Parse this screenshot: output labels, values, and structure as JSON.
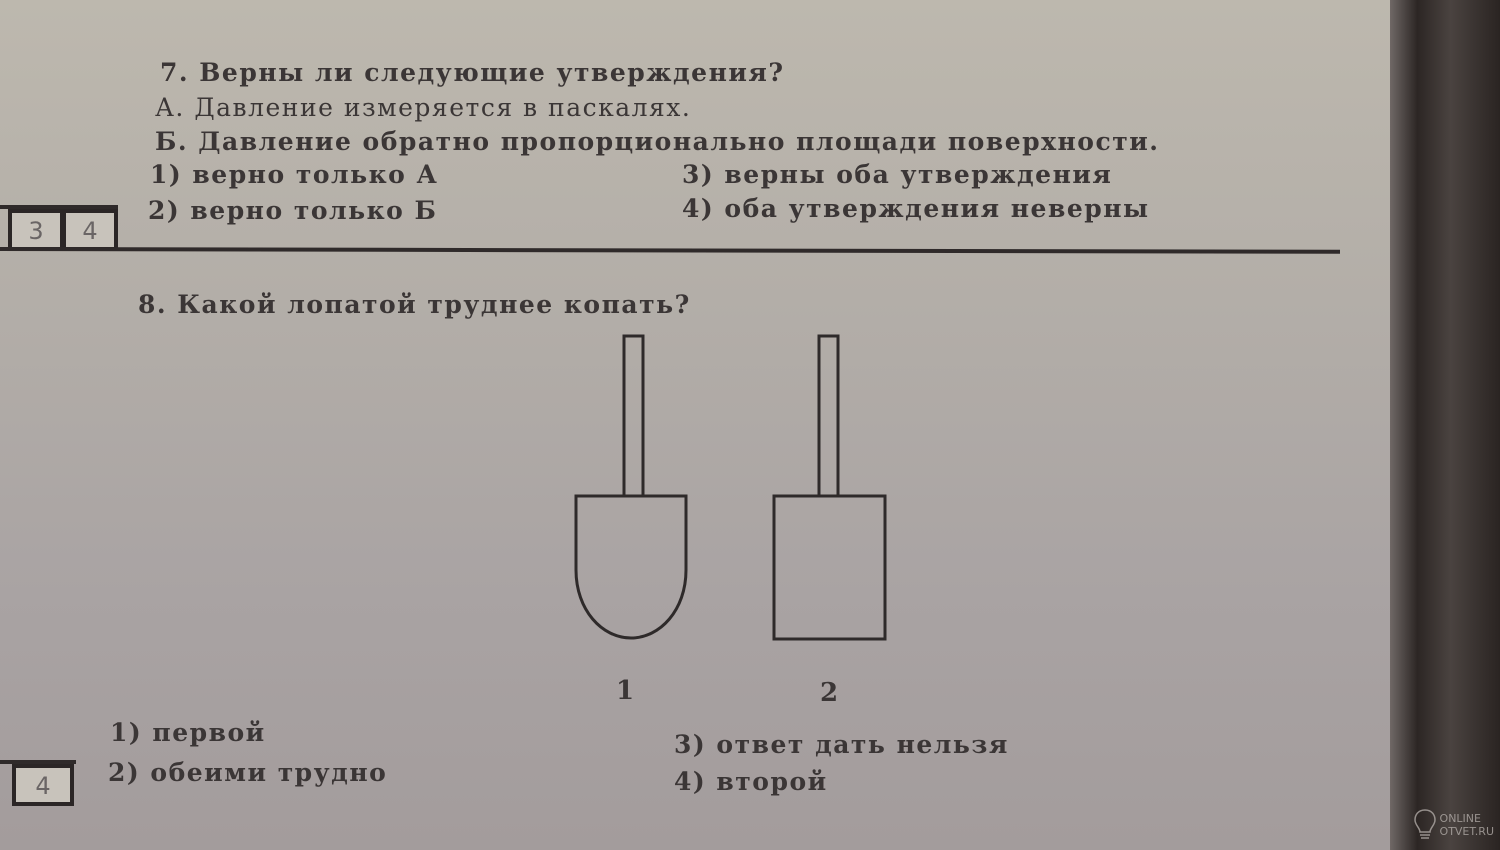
{
  "q7": {
    "question": "7. Верны ли следующие утверждения?",
    "statement_a": "А. Давление измеряется в паскалях.",
    "statement_b": "Б. Давление обратно пропорционально площади поверхности.",
    "options": [
      "1) верно только А",
      "2) верно только Б",
      "3) верны оба утверждения",
      "4) оба утверждения неверны"
    ],
    "answer_boxes": [
      "3",
      "4"
    ]
  },
  "q8": {
    "question": "8. Какой лопатой труднее копать?",
    "figure_labels": [
      "1",
      "2"
    ],
    "options": [
      "1) первой",
      "2) обеими трудно",
      "3) ответ дать нельзя",
      "4) второй"
    ],
    "answer_boxes": [
      "4"
    ]
  },
  "watermark": {
    "line1": "ONLINE",
    "line2": "OTVET.RU"
  }
}
